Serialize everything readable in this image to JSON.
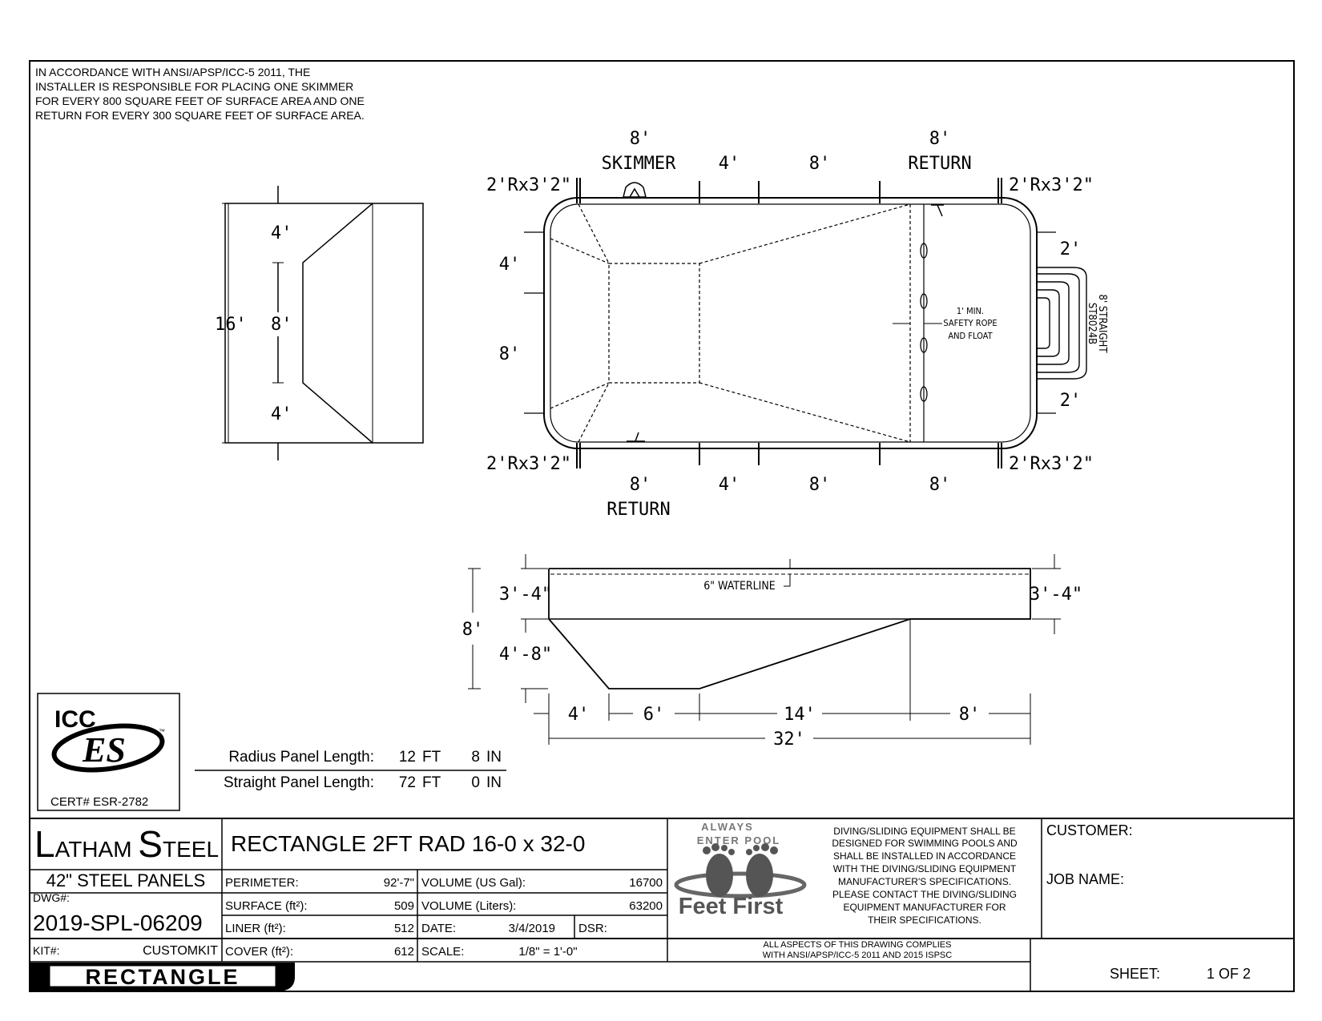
{
  "note": {
    "lines": [
      "IN ACCORDANCE WITH ANSI/APSP/ICC-5 2011, THE",
      "INSTALLER IS RESPONSIBLE FOR PLACING ONE SKIMMER",
      "FOR EVERY 800 SQUARE FEET OF SURFACE AREA AND ONE",
      "RETURN FOR EVERY 300 SQUARE FEET OF SURFACE AREA."
    ]
  },
  "end_view": {
    "overall": "16'",
    "segments": [
      "4'",
      "8'",
      "4'"
    ]
  },
  "plan": {
    "top_labels": {
      "skimmer_dim": "8'",
      "skimmer": "SKIMMER",
      "d2": "4'",
      "d3": "8'",
      "return_dim": "8'",
      "return": "RETURN"
    },
    "bottom_labels": {
      "return_dim": "8'",
      "return": "RETURN",
      "d2": "4'",
      "d3": "8'",
      "d4": "8'"
    },
    "corners": {
      "top_left": "2'Rx3'2\"",
      "top_right": "2'Rx3'2\"",
      "bottom_left": "2'Rx3'2\"",
      "bottom_right": "2'Rx3'2\""
    },
    "left_dims": [
      "4'",
      "8'"
    ],
    "right_dims": [
      "2'",
      "2'"
    ],
    "safety_rope": [
      "1' MIN.",
      "SAFETY ROPE",
      "AND FLOAT"
    ],
    "step": [
      "8' STRAIGHT",
      "ST8024B"
    ]
  },
  "section": {
    "waterline": "6\" WATERLINE",
    "left_shallow": "3'-4\"",
    "right_shallow": "3'-4\"",
    "overall_depth": "8'",
    "deep": "4'-8\"",
    "bottom_dims": [
      "4'",
      "6'",
      "14'",
      "8'"
    ],
    "overall_length": "32'"
  },
  "icc": {
    "cert": "CERT# ESR-2782",
    "logo_text": [
      "ICC",
      "ES",
      "™"
    ]
  },
  "panels": {
    "radius_label": "Radius Panel Length:",
    "radius_ft": "12",
    "radius_in": "8",
    "straight_label": "Straight Panel Length:",
    "straight_ft": "72",
    "straight_in": "0",
    "ft_unit": "FT",
    "in_unit": "IN"
  },
  "title_block": {
    "brand": "LATHAM STEEL",
    "brand_parts": [
      "L",
      "ATHAM ",
      "S",
      "TEEL"
    ],
    "panels": "42\"  STEEL PANELS",
    "dwg_label": "DWG#:",
    "dwg": "2019-SPL-06209",
    "kit_label": "KIT#:",
    "kit": "CUSTOMKIT",
    "model_badge": "RECTANGLE",
    "title": "RECTANGLE 2FT RAD 16-0 x 32-0",
    "perimeter_label": "PERIMETER:",
    "perimeter": "92'-7\"",
    "surface_label": "SURFACE (ft²):",
    "surface": "509",
    "liner_label": "LINER (ft²):",
    "liner": "512",
    "cover_label": "COVER (ft²):",
    "cover": "612",
    "vol_gal_label": "VOLUME (US Gal):",
    "vol_gal": "16700",
    "vol_l_label": "VOLUME (Liters):",
    "vol_l": "63200",
    "date_label": "DATE:",
    "date": "3/4/2019",
    "dsr_label": "DSR:",
    "scale_label": "SCALE:",
    "scale": "1/8\" = 1'-0\"",
    "feet_first_top": [
      "ALWAYS",
      "ENTER POOL"
    ],
    "feet_first": "Feet First",
    "diving_note": [
      "DIVING/SLIDING EQUIPMENT SHALL BE",
      "DESIGNED FOR SWIMMING POOLS AND",
      "SHALL BE INSTALLED IN ACCORDANCE",
      "WITH THE DIVING/SLIDING EQUIPMENT",
      "MANUFACTURER'S SPECIFICATIONS.",
      "PLEASE CONTACT THE DIVING/SLIDING",
      "EQUIPMENT MANUFACTURER FOR",
      "THEIR SPECIFICATIONS."
    ],
    "compliance": [
      "ALL ASPECTS OF THIS DRAWING COMPLIES",
      "WITH ANSI/APSP/ICC-5 2011 AND 2015 ISPSC"
    ],
    "customer_label": "CUSTOMER:",
    "job_label": "JOB NAME:",
    "sheet_label": "SHEET:",
    "sheet": "1 OF 2"
  }
}
